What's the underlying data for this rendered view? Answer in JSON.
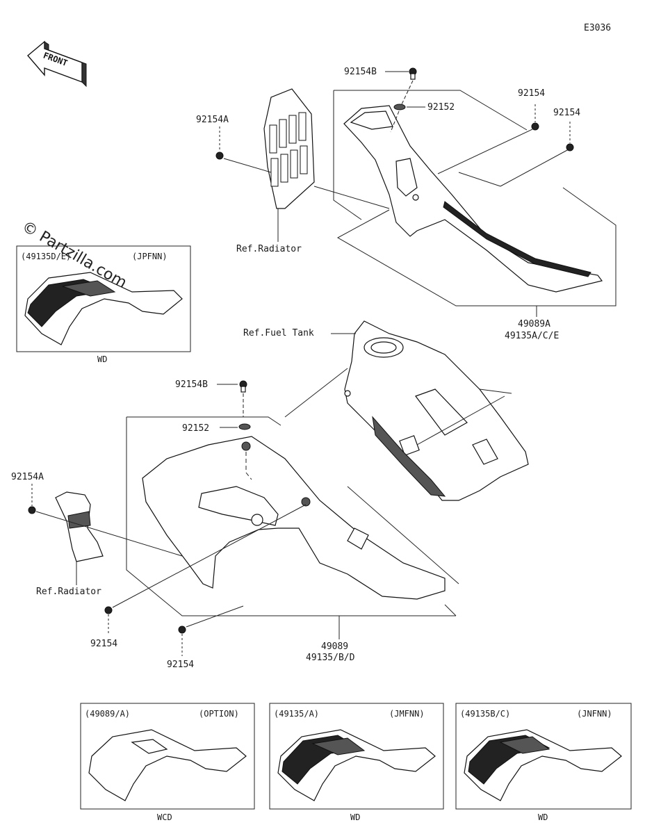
{
  "diagram_code": "E3036",
  "front_label": "FRONT",
  "watermark": "© Partzilla.com",
  "labels": {
    "top_bolt_b": "92154B",
    "top_washer": "92152",
    "top_bolt_1": "92154",
    "top_bolt_2": "92154",
    "top_bolt_a": "92154A",
    "ref_radiator_top": "Ref.Radiator",
    "top_part_line1": "49089A",
    "top_part_line2": "49135A/C/E",
    "ref_fuel_tank": "Ref.Fuel Tank",
    "mid_bolt_b": "92154B",
    "mid_washer": "92152",
    "left_bolt_a": "92154A",
    "ref_radiator_bottom": "Ref.Radiator",
    "bottom_bolt_1": "92154",
    "bottom_bolt_2": "92154",
    "bottom_part_line1": "49089",
    "bottom_part_line2": "49135/B/D"
  },
  "insets": [
    {
      "code": "(49135D/E)",
      "variant": "(JPFNN)",
      "caption": "WD"
    },
    {
      "code": "(49089/A)",
      "variant": "(OPTION)",
      "caption": "WCD"
    },
    {
      "code": "(49135/A)",
      "variant": "(JMFNN)",
      "caption": "WD"
    },
    {
      "code": "(49135B/C)",
      "variant": "(JNFNN)",
      "caption": "WD"
    }
  ]
}
